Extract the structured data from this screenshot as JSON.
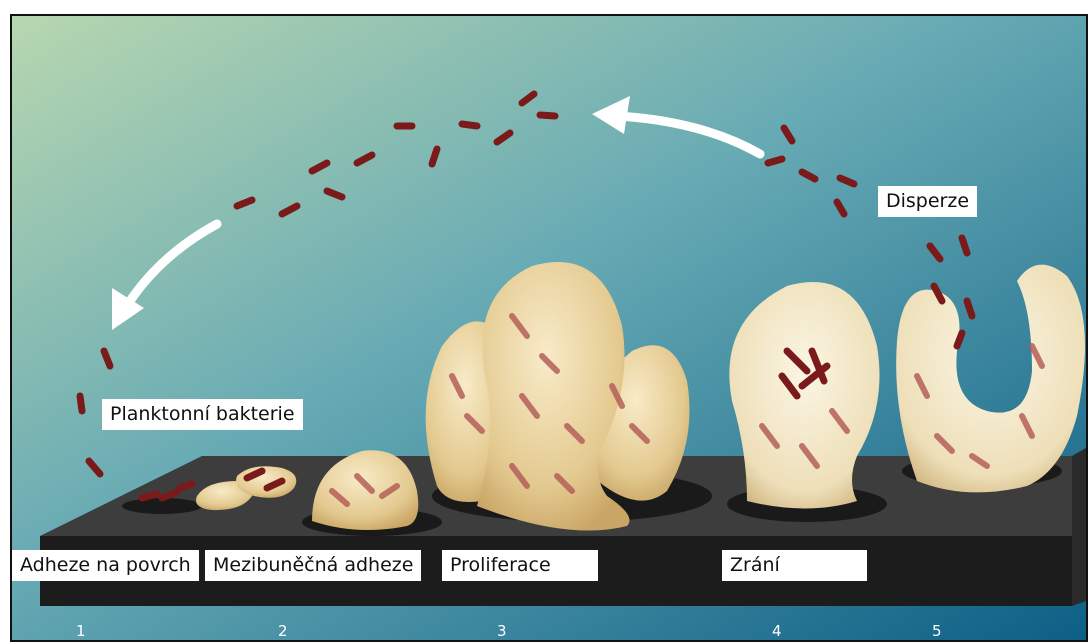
{
  "labels": {
    "dispersal": "Disperze",
    "planktonic": "Planktonní bakterie",
    "adhesion": "Adheze na povrch",
    "intercellular": "Mezibuněčná adheze",
    "proliferation": "Proliferace",
    "maturation": "Zrání"
  },
  "stage_numbers": [
    "1",
    "2",
    "3",
    "4",
    "5"
  ],
  "colors": {
    "bacterium": "#7a1a1a",
    "matrix": "#e9d5a1",
    "platform_top": "#3a3a3a",
    "platform_side": "#1e1e1e",
    "bg_top": "#a9d0b9",
    "bg_bottom": "#14698a"
  }
}
